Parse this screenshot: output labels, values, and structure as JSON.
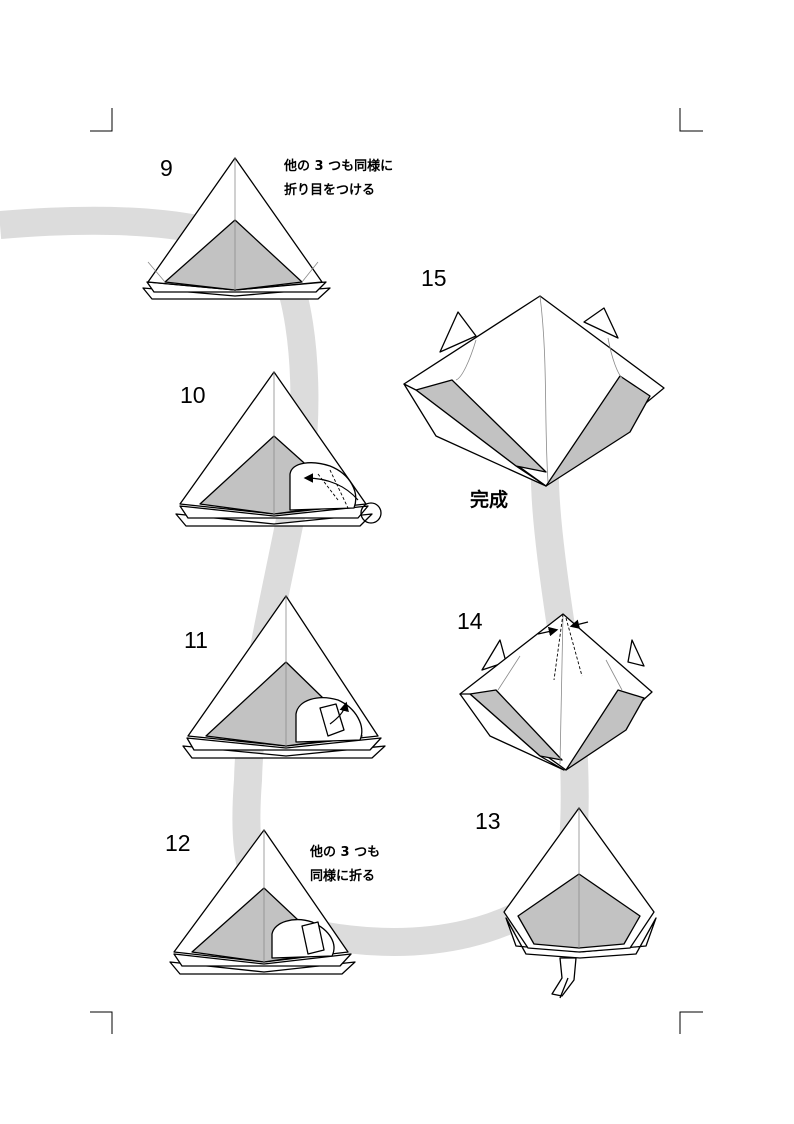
{
  "steps": [
    {
      "number": "9",
      "note_lines": [
        "他の 3 つも同様に",
        "折り目をつける"
      ]
    },
    {
      "number": "10"
    },
    {
      "number": "11"
    },
    {
      "number": "12",
      "note_lines": [
        "他の 3 つも",
        "同様に折る"
      ]
    },
    {
      "number": "13"
    },
    {
      "number": "14"
    },
    {
      "number": "15"
    }
  ],
  "finished_label": "完成",
  "colors": {
    "paper_front": "#ffffff",
    "paper_back": "#c2c2c2",
    "flow_path": "#dcdcdc",
    "outline": "#000000"
  }
}
